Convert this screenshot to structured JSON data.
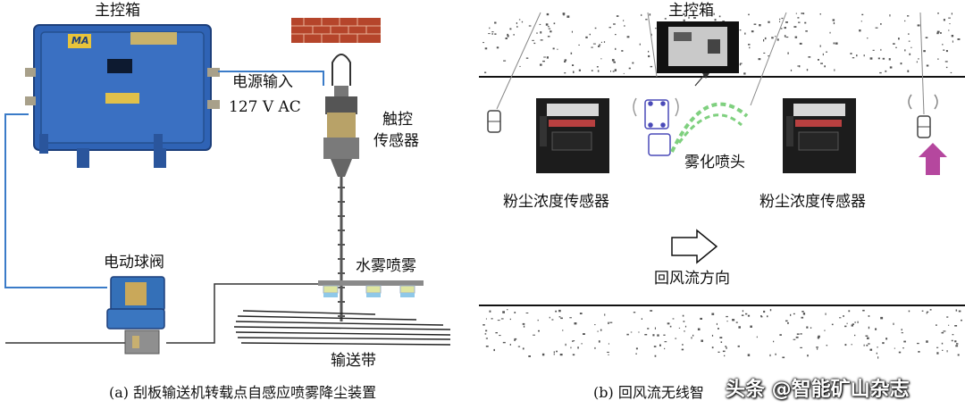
{
  "panel_a": {
    "main_box_label": "主控箱",
    "power_label": "电源输入",
    "voltage_label": "127 V AC",
    "touch_sensor_label": "触控\n传感器",
    "touch_sensor_line1": "触控",
    "touch_sensor_line2": "传感器",
    "valve_label": "电动球阀",
    "spray_label": "水雾喷雾",
    "belt_label": "输送带",
    "box_brand": "MA",
    "caption": "(a) 刮板输送机转载点自感应喷雾降尘装置"
  },
  "panel_b": {
    "main_box_label": "主控箱",
    "dust_sensor_left": "粉尘浓度传感器",
    "dust_sensor_right": "粉尘浓度传感器",
    "nozzle_label": "雾化喷头",
    "airflow_label": "回风流方向",
    "caption": "(b) 回风流无线智"
  },
  "watermark": "头条 @智能矿山杂志",
  "colors": {
    "box_blue": "#2f63b5",
    "wire_blue": "#3a7bc8",
    "brick": "#b5452b",
    "spray_green": "#7fd07f",
    "arrow_magenta": "#b5479e"
  }
}
